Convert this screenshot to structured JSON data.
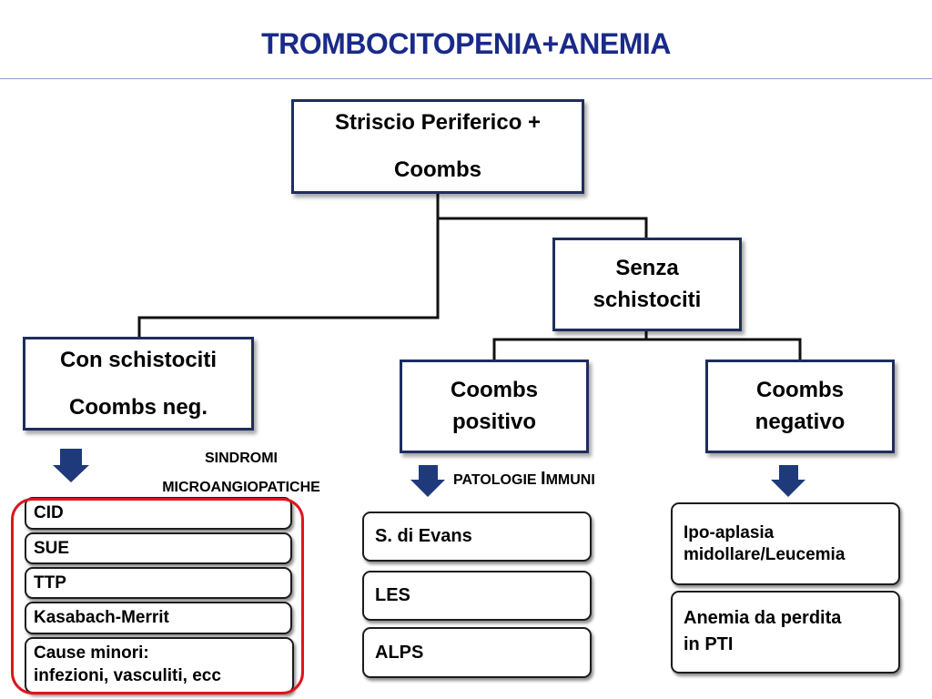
{
  "title": "TROMBOCITOPENIA+ANEMIA",
  "root_box": {
    "line1": "Striscio Periferico +",
    "line2": "Coombs"
  },
  "senza_box": {
    "line1": "Senza",
    "line2": "schistociti"
  },
  "con_box": {
    "line1": "Con schistociti",
    "line2": "Coombs neg."
  },
  "coombs_pos_box": {
    "line1": "Coombs",
    "line2": "positivo"
  },
  "coombs_neg_box": {
    "line1": "Coombs",
    "line2": "negativo"
  },
  "label_sindromi": {
    "line1": "SINDROMI",
    "line2": "MICROANGIOPATICHE"
  },
  "label_patologie": {
    "prefix": "PATOLOGIE ",
    "initial": "I",
    "rest": "MMUNI"
  },
  "left_list": [
    "CID",
    "SUE",
    "TTP",
    "Kasabach-Merrit"
  ],
  "left_list_last": {
    "line1": "Cause minori:",
    "line2": "infezioni, vasculiti, ecc"
  },
  "middle_list": [
    "S. di Evans",
    "LES",
    "ALPS"
  ],
  "right_list": [
    {
      "line1": "Ipo-aplasia",
      "line2": "midollare/Leucemia"
    },
    {
      "line1": "Anemia da perdita",
      "line2": "in PTI"
    }
  ],
  "colors": {
    "title": "#1a2a8a",
    "box_border": "#1f2d5e",
    "arrow": "#1f3a7a",
    "highlight": "#e0141c"
  }
}
